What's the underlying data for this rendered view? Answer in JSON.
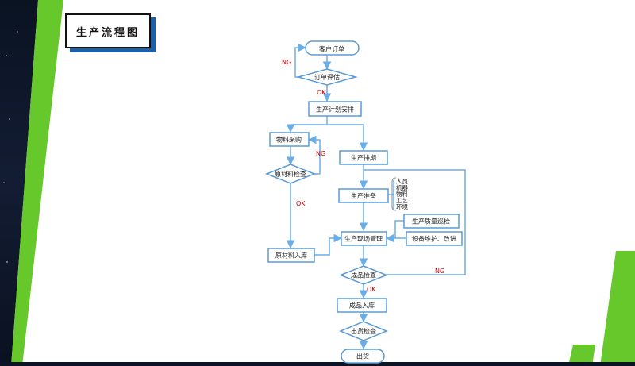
{
  "slide_title": "生产流程图",
  "flow": {
    "customer_order": "客户订单",
    "order_eval": "订单评估",
    "prod_plan": "生产计划安排",
    "material_purchase": "物料采购",
    "raw_inspection": "原材料检查",
    "raw_storage": "原材料入库",
    "prod_schedule": "生产排期",
    "prod_prep": "生产准备",
    "prep_items": [
      "人员",
      "机器",
      "物料",
      "工艺",
      "环境"
    ],
    "quality_patrol": "生产质量巡检",
    "equipment_maint": "设备维护、改进",
    "site_mgmt": "生产现场管理",
    "product_inspection": "成品检查",
    "product_storage": "成品入库",
    "shipment_inspection": "出货检查",
    "shipment": "出货",
    "ng_label": "NG",
    "ok_label": "OK"
  },
  "colors": {
    "box_border": "#5b9bd5",
    "arrow": "#6aaee8",
    "ng_ok": "#c00000",
    "green": "#66c82a",
    "dark": "#0b1424",
    "title_shadow": "#1f5fa6"
  }
}
